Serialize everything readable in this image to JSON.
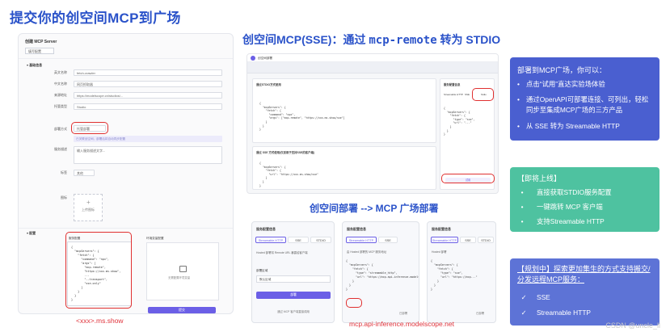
{
  "slide_title": "提交你的创空间MCP到广场",
  "left_form": {
    "header": "创建 MCP Server",
    "tab": "填写配置",
    "section_basic": "基础信息",
    "fields": [
      {
        "label": "英文名称",
        "value": "fetch-crawler"
      },
      {
        "label": "中文名称",
        "value": "网页抓取器"
      },
      {
        "label": "来源地址",
        "value": "https://modelscope.cn/studios/..."
      },
      {
        "label": "托管类型",
        "value": "Studio"
      },
      {
        "label": "部署方式",
        "value": "托管部署"
      }
    ],
    "hint_text": "已关联创空间，部署后将自动同步配置",
    "desc_label": "服务描述",
    "desc_value": "输入服务描述文字...",
    "tag_label": "标签",
    "tag_value": "其他",
    "icon_label": "图标",
    "upload_label": "上传图标",
    "section_config": "配置",
    "config_title": "服务配置",
    "config_code": "{\n  \"mcpServers\": {\n    \"fetch\": {\n      \"command\": \"npx\",\n      \"args\": [\n        \"mcp-remote\",\n        \"https://xxx.ms.show\",\n        ...\n        \"--transport\",\n        \"sse-only\"\n      ]\n    }\n  }\n}",
    "preview_title": "环境变量配置",
    "preview_label": "无需配置环境变量",
    "submit_button": "提交"
  },
  "left_caption": "<xxx>.ms.show",
  "mid_title_prefix": "创空间MCP(SSE)：通过 ",
  "mid_title_code": "mcp-remote",
  "mid_title_suffix": " 转为 STDIO",
  "mid_top": {
    "app_name": "创空间部署",
    "card1_title": "通过STDIO方式使用",
    "card2_title": "通过 SSE 方式使用(仅适用于支持SSE的客户端)",
    "code1": "{\n  \"mcpServers\": {\n    \"fetch\": {\n      \"command\": \"npx\",\n      \"args\": [\"mcp-remote\", \"https://xxx.ms.show/sse\"]\n    }\n  }\n}",
    "code2": "{\n  \"mcpServers\": {\n    \"fetch\": {\n      \"url\": \"https://xxx.ms.show/sse\"\n    }\n  }\n}",
    "side_title": "服务配置信息",
    "side_tab1": "Streamable HTTP",
    "side_tab2": "SSE",
    "side_tab3": "Stdio",
    "side_code": "{\n  \"mcpServers\": {\n    \"fetch\": {\n      \"type\": \"sse\",\n      \"url\": \"...\"\n    }\n  }\n}",
    "side_button": "试用"
  },
  "mid_sub_title": "创空间部署 --> MCP 广场部署",
  "bottom_shots": [
    {
      "title": "服务配置信息",
      "tabs": [
        "Streamable HTTP",
        "SSE",
        "STDIO"
      ],
      "notice": "Hosted 部署将 Remote URL 暴露给客户端",
      "select_label": "部署区域",
      "select_value": "默认区域",
      "button": "部署",
      "footer": "通过 MCP 客户端直接调用"
    },
    {
      "title": "服务配置信息",
      "tabs": [
        "Streamable HTTP",
        "SSE"
      ],
      "notice": "由 Hosted 部署的 MCP 服务地址",
      "code": "{\n  \"mcpServers\": {\n    \"fetch\": {\n      \"type\": \"streamable_http\",\n      \"url\": \"https://mcp.api-inference.modelscope.net/...\"\n    }\n  }\n}",
      "footer": "已部署"
    },
    {
      "title": "服务配置信息",
      "tabs": [
        "Streamable HTTP",
        "SSE",
        "STDIO"
      ],
      "notice": "Hosted 部署",
      "code": "{\n  \"mcpServers\": {\n    \"fetch\": {\n      \"type\": \"sse\",\n      \"url\": \"https://mcp...\"\n    }\n  }\n}",
      "footer": "已部署"
    }
  ],
  "bottom_caption": "mcp.api-inference.modelscope.net",
  "panel1": {
    "title": "部署到MCP广场，你可以：",
    "items": [
      "点击“试用”直达实验场体验",
      "通过OpenAPI可部署连接、可列出，轻松同步至集成MCP广场的三方产品",
      "从 SSE 转为 Streamable HTTP"
    ]
  },
  "panel2": {
    "title": "【即将上线】",
    "items": [
      "直接获取STDIO服务配置",
      "一键跳转 MCP 客户端",
      "支持Streamable HTTP"
    ]
  },
  "panel3": {
    "title": "【规划中】探索更加集生的方式支持搬交/分发远程MCP服务：",
    "items": [
      "SSE",
      "Streamable HTTP"
    ]
  },
  "watermark": "CSDN @uncle_ll"
}
